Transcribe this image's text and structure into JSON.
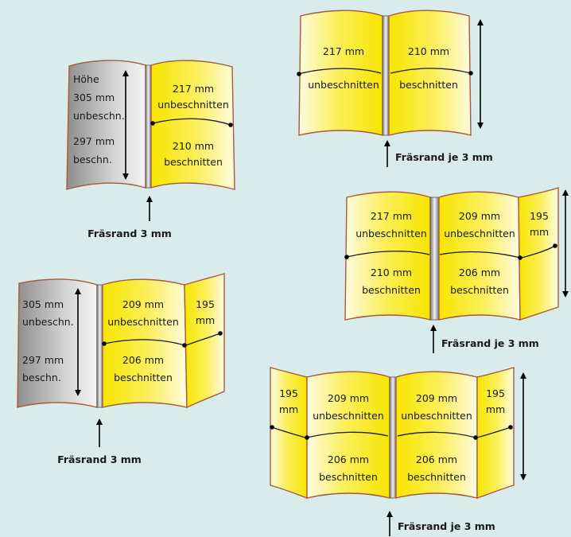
{
  "d1": {
    "left_lines": [
      "Höhe",
      "305 mm",
      "unbeschn.",
      "297 mm",
      "beschn."
    ],
    "top_value": "217 mm",
    "top_text": "unbeschnitten",
    "bottom_value": "210 mm",
    "bottom_text": "beschnitten",
    "caption": "Fräsrand 3 mm"
  },
  "d2": {
    "left_value": "217 mm",
    "left_text": "unbeschnitten",
    "right_value": "210 mm",
    "right_text": "beschnitten",
    "caption": "Fräsrand je 3 mm"
  },
  "d3": {
    "left_top_value": "217 mm",
    "left_top_text": "unbeschnitten",
    "left_bottom_value": "210 mm",
    "left_bottom_text": "beschnitten",
    "mid_top_value": "209 mm",
    "mid_top_text": "unbeschnitten",
    "mid_bottom_value": "206 mm",
    "mid_bottom_text": "beschnitten",
    "flap_value": "195",
    "flap_unit": "mm",
    "caption": "Fräsrand je 3 mm"
  },
  "d4": {
    "left_lines": [
      "305 mm",
      "unbeschn.",
      "297 mm",
      "beschn."
    ],
    "top_value": "209 mm",
    "top_text": "unbeschnitten",
    "bottom_value": "206 mm",
    "bottom_text": "beschnitten",
    "flap_value": "195",
    "flap_unit": "mm",
    "caption": "Fräsrand 3 mm"
  },
  "d5": {
    "left_flap_value": "195",
    "left_flap_unit": "mm",
    "p1_top_value": "209 mm",
    "p1_top_text": "unbeschnitten",
    "p1_bottom_value": "206 mm",
    "p1_bottom_text": "beschnitten",
    "p2_top_value": "209 mm",
    "p2_top_text": "unbeschnitten",
    "p2_bottom_value": "206 mm",
    "p2_bottom_text": "beschnitten",
    "right_flap_value": "195",
    "right_flap_unit": "mm",
    "caption": "Fräsrand je 3 mm"
  }
}
